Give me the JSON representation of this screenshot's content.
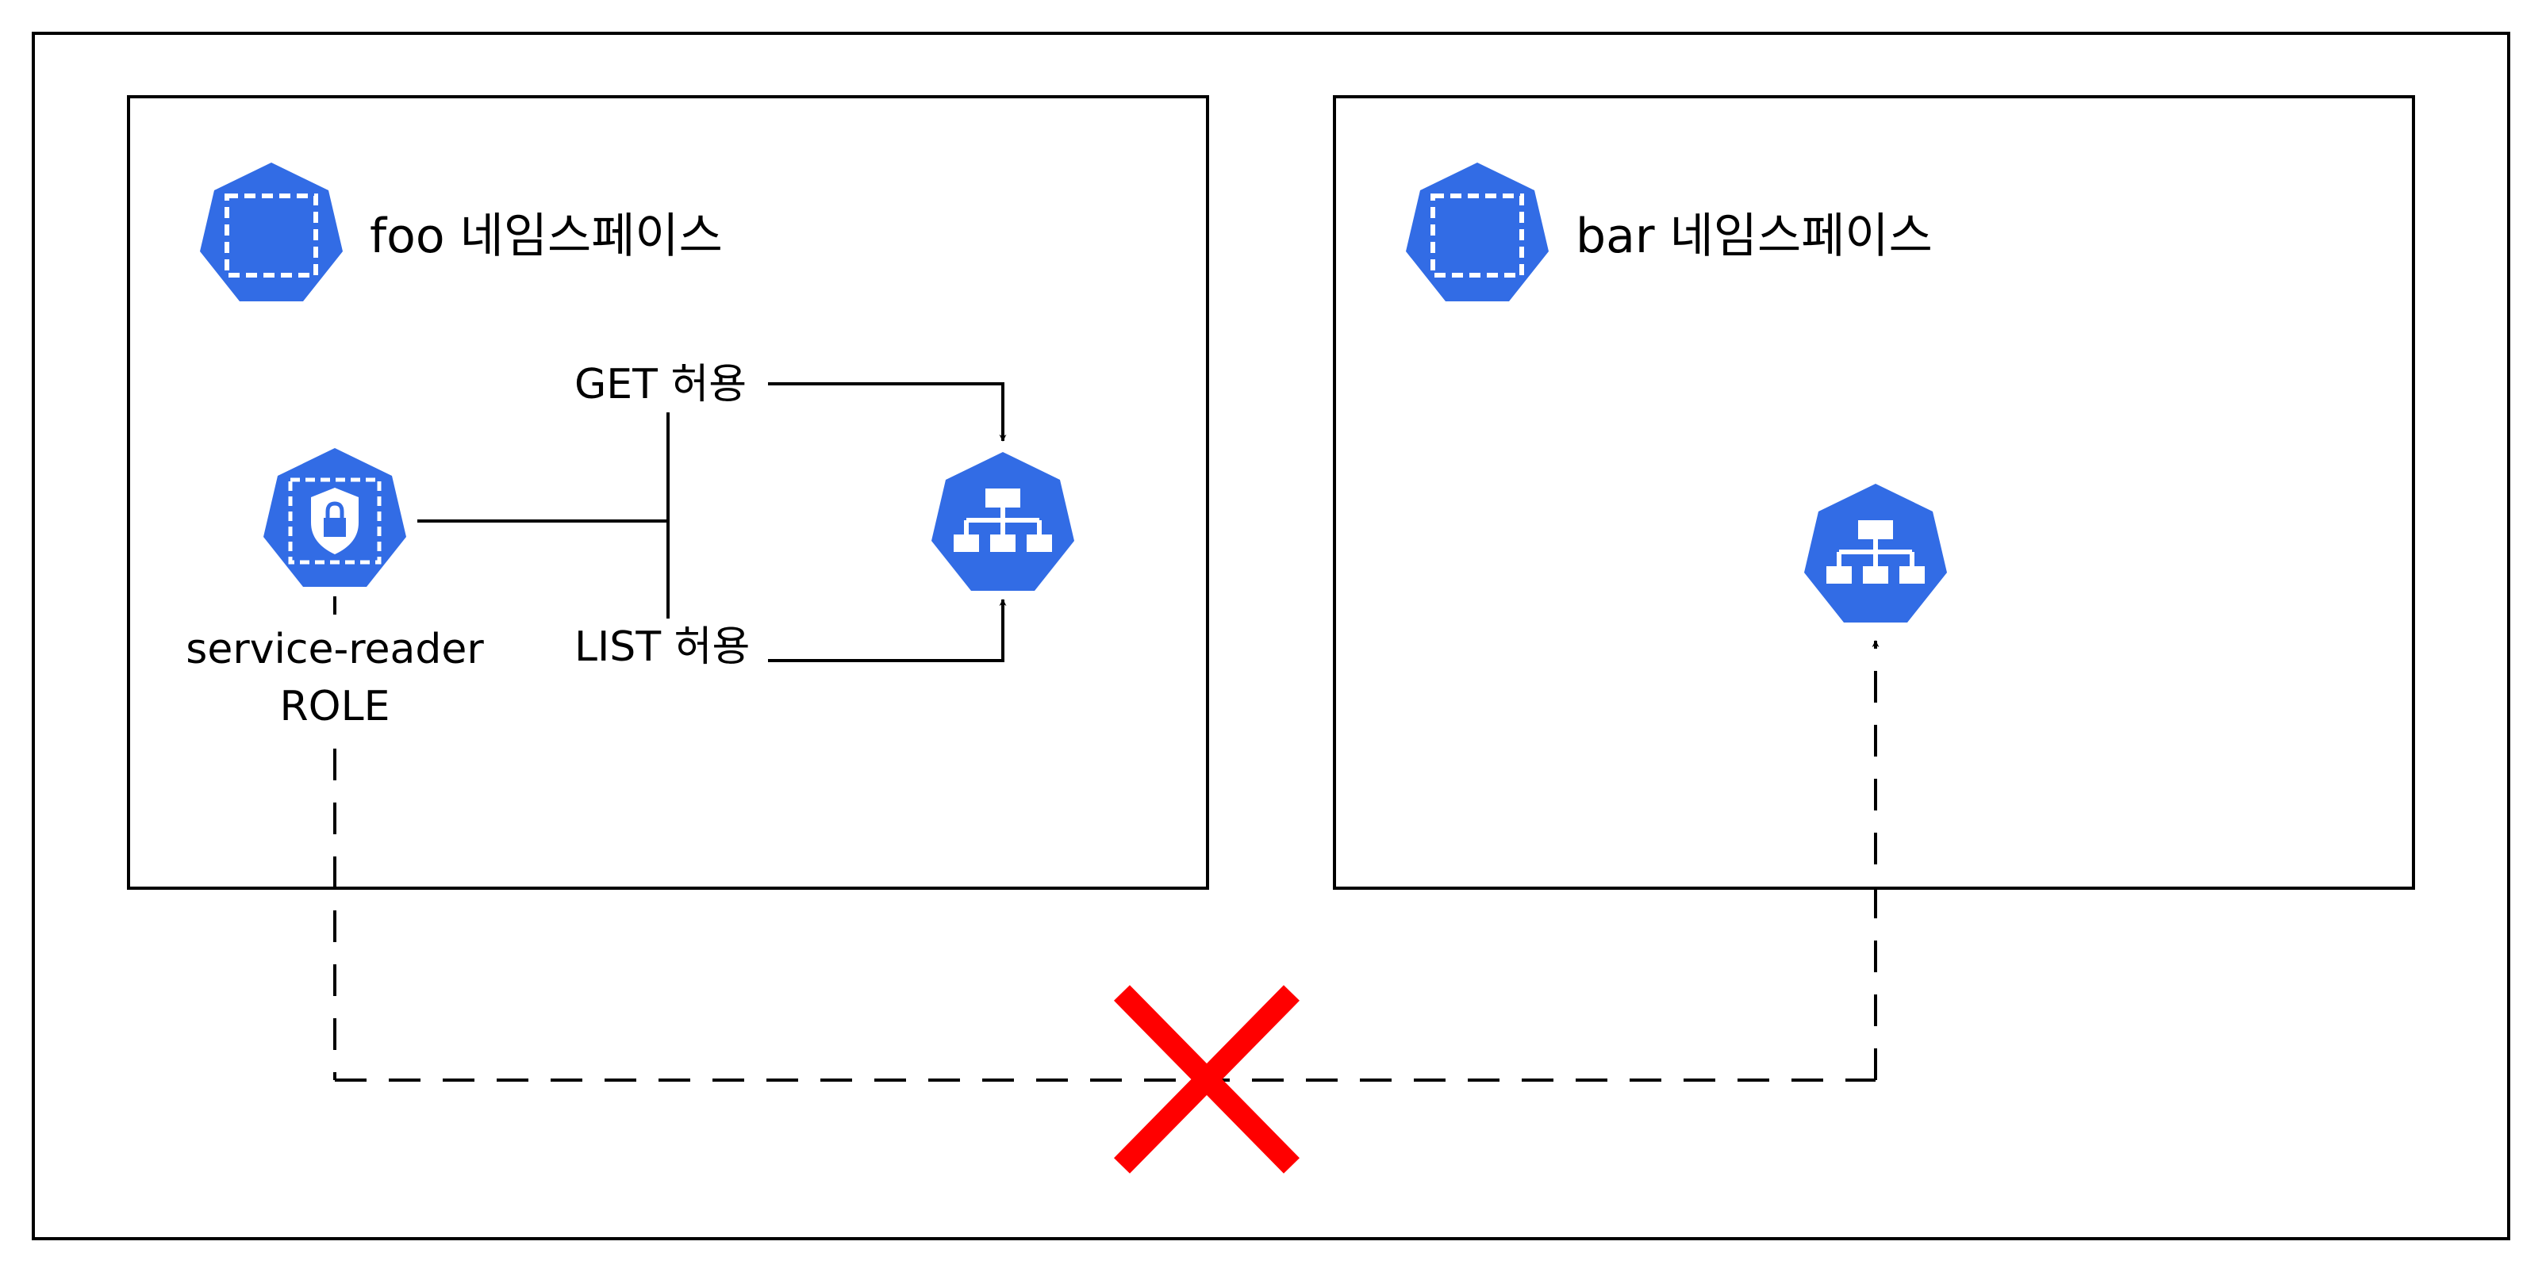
{
  "colors": {
    "k8s_blue": "#326ce5",
    "line": "#000000",
    "deny_mark": "#ff0000",
    "background": "#ffffff"
  },
  "foo_namespace": {
    "label": "foo 네임스페이스",
    "icon": "kubernetes-namespace-icon"
  },
  "bar_namespace": {
    "label": "bar 네임스페이스",
    "icon": "kubernetes-namespace-icon"
  },
  "role": {
    "name_line1": "service-reader",
    "name_line2": "ROLE",
    "icon": "kubernetes-role-icon"
  },
  "foo_service": {
    "icon": "kubernetes-service-icon"
  },
  "bar_service": {
    "icon": "kubernetes-service-icon"
  },
  "permissions": {
    "get_label": "GET 허용",
    "list_label": "LIST 허용"
  },
  "cross_namespace_access": {
    "allowed": false,
    "mark_icon": "red-x-deny-icon"
  }
}
